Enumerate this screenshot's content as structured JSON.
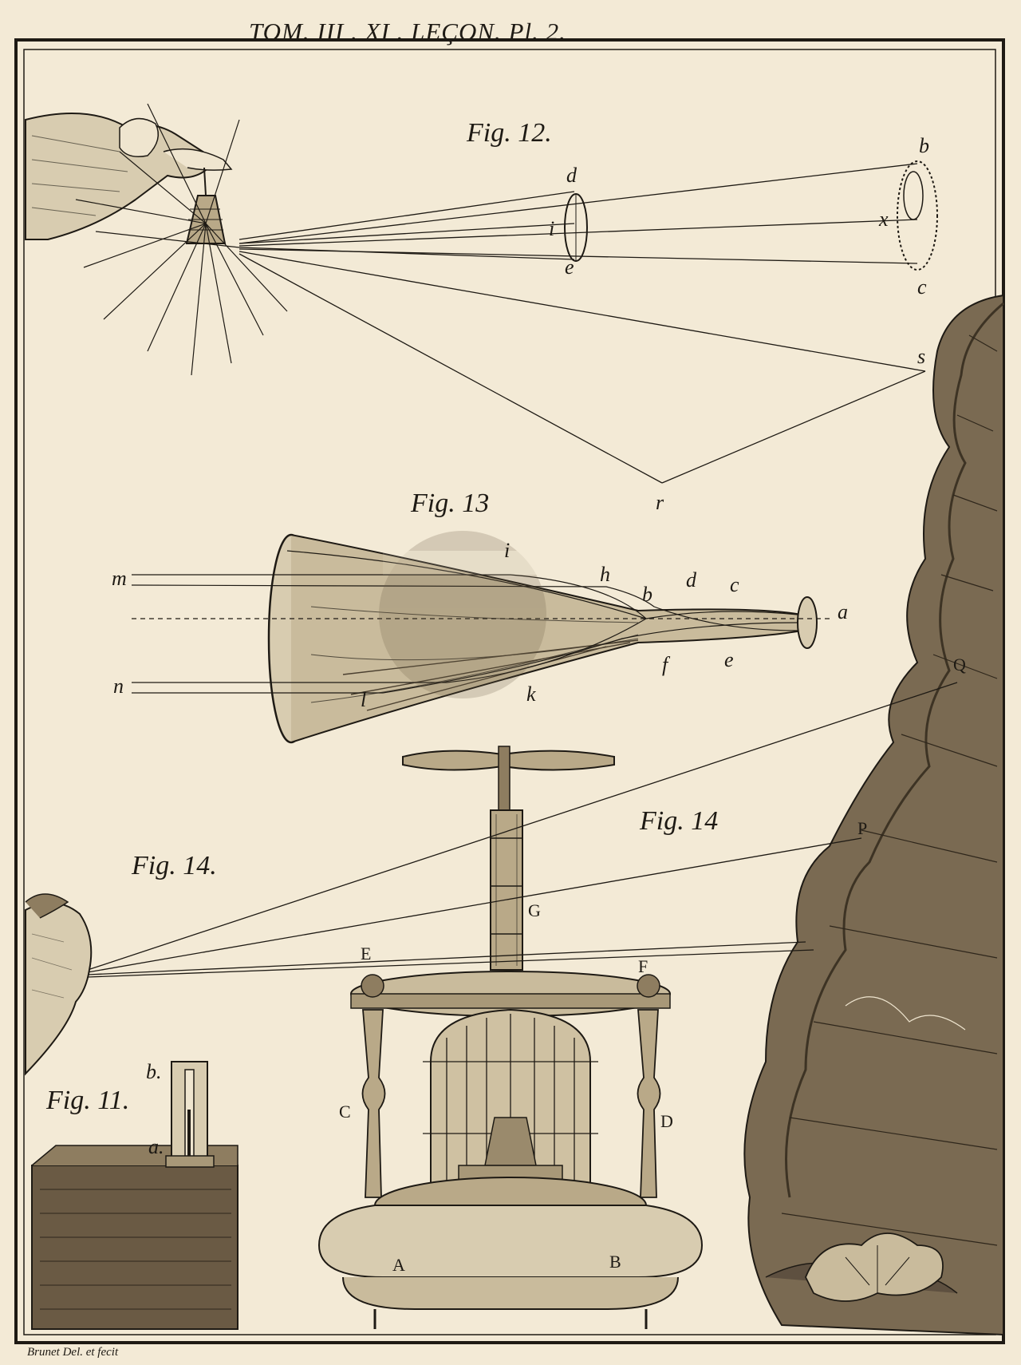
{
  "plate": {
    "header": "TOM. III . XI . LEÇON. Pl. 2.",
    "credit": "Brunet Del. et fecit"
  },
  "figures": {
    "fig12": {
      "caption": "Fig. 12.",
      "labels": {
        "d": "d",
        "i": "i",
        "e": "e",
        "b": "b",
        "x": "x",
        "c": "c",
        "s": "s",
        "r": "r"
      }
    },
    "fig13": {
      "caption": "Fig. 13",
      "labels": {
        "m": "m",
        "n": "n",
        "i": "i",
        "h": "h",
        "b": "b",
        "d": "d",
        "c": "c",
        "a": "a",
        "f": "f",
        "e": "e",
        "l": "l",
        "k": "k"
      }
    },
    "fig14_right": {
      "caption": "Fig. 14"
    },
    "fig14_left": {
      "caption": "Fig. 14.",
      "labels": {
        "E": "E",
        "F": "F",
        "G": "G",
        "C": "C",
        "D": "D",
        "A": "A",
        "B": "B",
        "P": "P",
        "Q": "Q"
      }
    },
    "fig11": {
      "caption": "Fig. 11.",
      "labels": {
        "b": "b.",
        "a": "a."
      }
    }
  },
  "colors": {
    "paper": "#f3ead6",
    "ink": "#1e1a14",
    "shade": "#6a5a44"
  }
}
